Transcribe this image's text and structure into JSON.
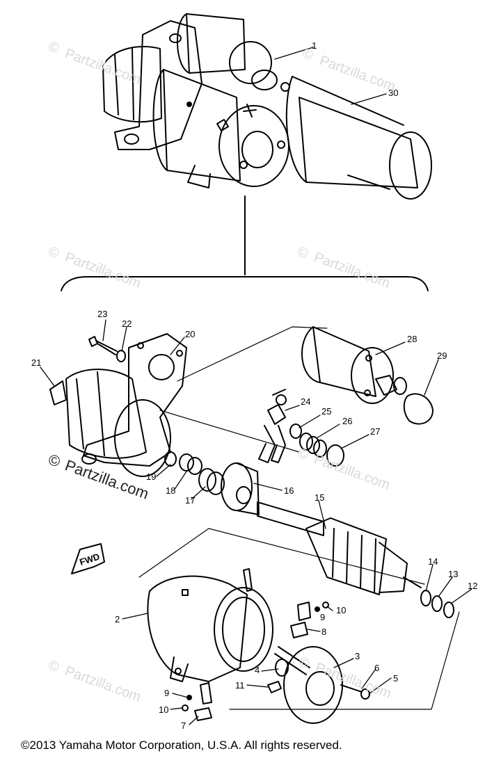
{
  "callouts": [
    "1",
    "30",
    "23",
    "22",
    "20",
    "21",
    "28",
    "29",
    "24",
    "25",
    "26",
    "27",
    "19",
    "18",
    "17",
    "16",
    "15",
    "14",
    "13",
    "12",
    "2",
    "9",
    "10",
    "8",
    "3",
    "6",
    "5",
    "4",
    "11",
    "9",
    "10",
    "7"
  ],
  "fwd_label": "FWD",
  "watermark": "Partzilla.com",
  "watermark_symbol": "©",
  "copyright": "©2013  Yamaha Motor Corporation, U.S.A. All rights reserved."
}
